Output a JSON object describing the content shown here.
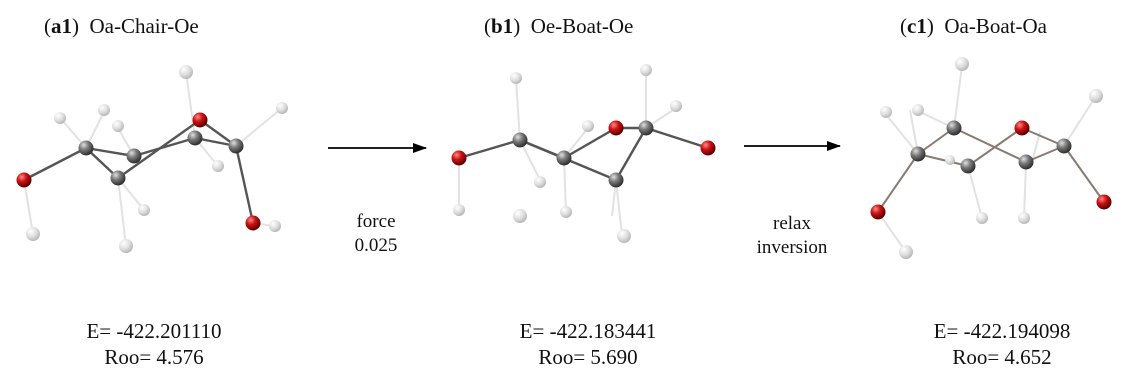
{
  "panels": [
    {
      "tag": "a1",
      "conformer": "Oa-Chair-Oe",
      "energy": "E= -422.201110",
      "roo": "Roo= 4.576"
    },
    {
      "tag": "b1",
      "conformer": "Oe-Boat-Oe",
      "energy": "E= -422.183441",
      "roo": "Roo= 5.690"
    },
    {
      "tag": "c1",
      "conformer": "Oa-Boat-Oa",
      "energy": "E= -422.194098",
      "roo": "Roo= 4.652"
    }
  ],
  "transitions": [
    {
      "line1": "force",
      "line2": "0.025"
    },
    {
      "line1": "relax",
      "line2": "inversion"
    }
  ],
  "colors": {
    "carbon": "#7a7a7a",
    "oxygen": "#cc1111",
    "hydrogen": "#d9d9d9",
    "bond": "#555555",
    "arrow": "#000000"
  }
}
